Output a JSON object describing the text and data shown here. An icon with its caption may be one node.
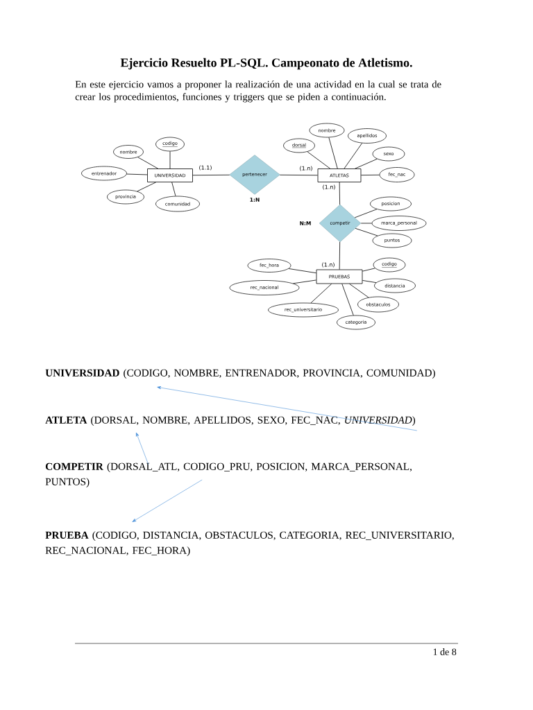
{
  "diagram": {
    "title": "Ejercicio Resuelto PL-SQL. Campeonato de Atletismo.",
    "nodes": [
      {
        "text": [
          "UNIVERSIDAD"
        ]
      },
      {
        "text": [
          "nombre"
        ]
      },
      {
        "text": [
          "codigo"
        ]
      },
      {
        "text": [
          "entrenador"
        ]
      },
      {
        "text": [
          "provincia"
        ]
      },
      {
        "text": [
          "comunidad"
        ]
      },
      {
        "text": [
          "pertenecer"
        ],
        "beside": [
          "1:N"
        ]
      },
      {
        "text": [
          "ATLETAS"
        ]
      },
      {
        "text": [
          "dorsal"
        ]
      },
      {
        "text": [
          "nombre"
        ]
      },
      {
        "text": [
          "apellidos"
        ]
      },
      {
        "text": [
          "sexo"
        ]
      },
      {
        "text": [
          "fec_nac"
        ]
      },
      {
        "text": [
          "competir"
        ],
        "beside": [
          "N:M"
        ]
      },
      {
        "text": [
          "posicion"
        ]
      },
      {
        "text": [
          "marca_personal"
        ]
      },
      {
        "text": [
          "puntos"
        ]
      },
      {
        "text": [
          "PRUEBAS"
        ]
      },
      {
        "text": [
          "fec_hora"
        ]
      },
      {
        "text": [
          "codigo"
        ]
      },
      {
        "text": [
          "rec_nacional"
        ]
      },
      {
        "text": [
          "distancia"
        ]
      },
      {
        "text": [
          "rec_universitario"
        ]
      },
      {
        "text": [
          "obstaculos"
        ]
      },
      {
        "text": [
          "categoria"
        ]
      },
      {
        "text": [
          "**UNIVERSIDAD** (CODIGO, NOMBRE, ENTRENADOR, PROVINCIA, COMUNIDAD)"
        ]
      },
      {
        "text": [
          "**ATLETA** (DORSAL, NOMBRE, APELLIDOS, SEXO, FEC_NAC, *UNIVERSIDAD*)"
        ]
      },
      {
        "text": [
          "**COMPETIR** (DORSAL_ATL, CODIGO_PRU, POSICION, MARCA_PERSONAL, PUNTOS)"
        ]
      },
      {
        "text": [
          "**PRUEBA** (CODIGO, DISTANCIA, OBSTACULOS, CATEGORIA, REC_UNIVERSITARIO, REC_NACIONAL, FEC_HORA)"
        ]
      }
    ],
    "edges": [
      {
        "from": 0,
        "to": 1,
        "arrow": "none"
      },
      {
        "from": 0,
        "to": 2,
        "arrow": "none"
      },
      {
        "from": 0,
        "to": 3,
        "arrow": "none"
      },
      {
        "from": 0,
        "to": 4,
        "arrow": "none"
      },
      {
        "from": 0,
        "to": 5,
        "arrow": "none"
      },
      {
        "from": 0,
        "to": 6,
        "arrow": "none"
      },
      {
        "from": 6,
        "to": 7,
        "arrow": "none"
      },
      {
        "from": 7,
        "to": 8,
        "arrow": "none"
      },
      {
        "from": 7,
        "to": 9,
        "arrow": "none"
      },
      {
        "from": 7,
        "to": 10,
        "arrow": "none"
      },
      {
        "from": 7,
        "to": 11,
        "arrow": "none"
      },
      {
        "from": 7,
        "to": 12,
        "arrow": "none"
      },
      {
        "from": 7,
        "to": 13,
        "arrow": "none"
      },
      {
        "from": 13,
        "to": 14,
        "arrow": "none"
      },
      {
        "from": 13,
        "to": 15,
        "arrow": "none"
      },
      {
        "from": 13,
        "to": 16,
        "arrow": "none"
      },
      {
        "from": 13,
        "to": 17,
        "arrow": "none"
      },
      {
        "from": 17,
        "to": 18,
        "arrow": "none"
      },
      {
        "from": 17,
        "to": 19,
        "arrow": "none"
      },
      {
        "from": 17,
        "to": 20,
        "arrow": "none"
      },
      {
        "from": 17,
        "to": 21,
        "arrow": "none"
      },
      {
        "from": 17,
        "to": 22,
        "arrow": "none"
      },
      {
        "from": 17,
        "to": 23,
        "arrow": "none"
      },
      {
        "from": 17,
        "to": 24,
        "arrow": "none"
      },
      {
        "from": 26,
        "to": 25,
        "arrow": "to",
        "color": "#4a90d9"
      },
      {
        "from": 27,
        "to": 26,
        "arrow": "to",
        "color": "#4a90d9"
      },
      {
        "from": 27,
        "to": 28,
        "arrow": "to",
        "color": "#4a90d9"
      }
    ],
    "labels": [
      "En este ejercicio  vamos a proponer la realización de una actividad en la cual se trata de crear los procedimientos, funciones  y  triggers que se piden a continuación.",
      "(1.1)",
      "(1.n)",
      "(1.n)",
      "(1.n)",
      "1 de 8"
    ]
  }
}
